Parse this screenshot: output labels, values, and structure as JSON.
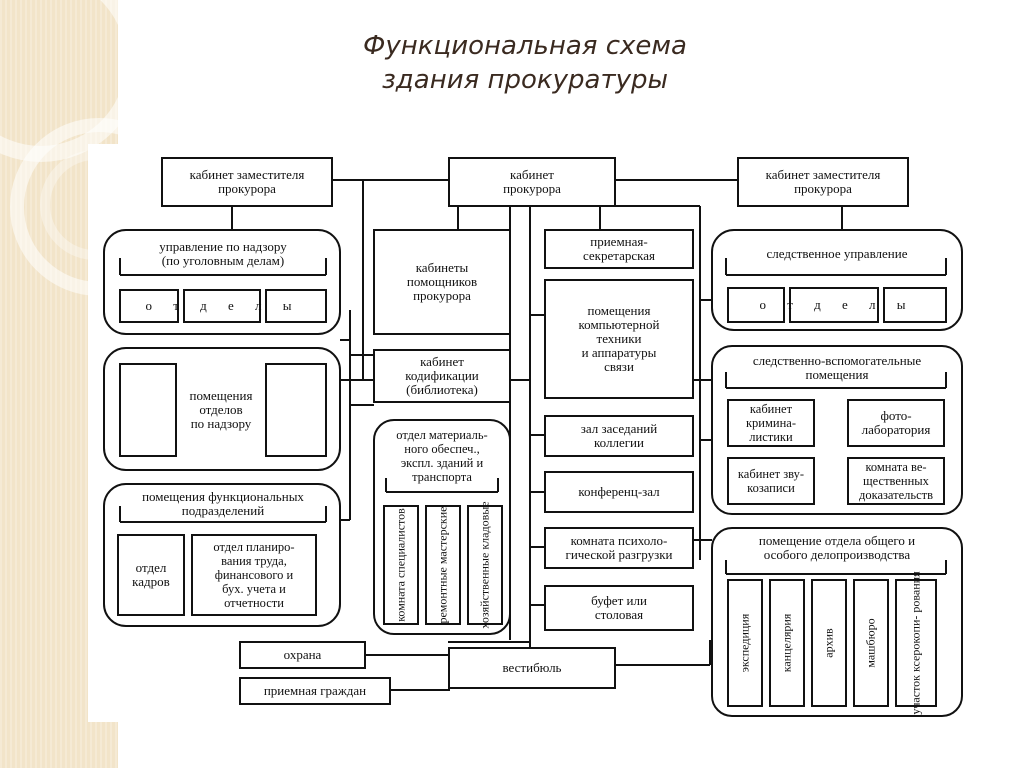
{
  "slide": {
    "title_line1": "Функциональная схема",
    "title_line2": "здания прокуратуры"
  },
  "diagram": {
    "top": {
      "deputy_left": "кабинет  заместителя\nпрокурора",
      "prosecutor": "кабинет\nпрокурора",
      "deputy_right": "кабинет заместителя\nпрокурора"
    },
    "left": {
      "supervision_mgmt": "управление по надзору\n(по уголовным делам)",
      "departments": "о т д е л ы",
      "supervision_rooms": "помещения отделов\nпо надзору",
      "functional_units": "помещения функциональных\nподразделений",
      "hr_dept": "отдел\nкадров",
      "planning_dept": "отдел планиро-\nвания труда,\nфинансового и\nбух. учета и\nотчетности"
    },
    "center": {
      "assistants": "кабинеты\nпомощников\nпрокурора",
      "codification": "кабинет\nкодификации\n(библиотека)",
      "material_dept": "отдел материаль-\nного обеспеч.,\nэкспл. зданий и\nтранспорта",
      "vertical_rooms": [
        "комната\nспециалистов",
        "ремонтные\nмастерские",
        "хозяйственные\nкладовые"
      ],
      "reception_secretary": "приемная-\nсекретарская",
      "computer_rooms": "помещения\nкомпьютерной\nтехники\nи аппаратуры\nсвязи",
      "board_hall": "зал заседаний\nколлегии",
      "conference_hall": "конференц-зал",
      "psych_room": "комната психоло-\nгической разгрузки",
      "canteen": "буфет или\nстоловая",
      "security": "охрана",
      "citizens_reception": "приемная граждан",
      "lobby": "вестибюль"
    },
    "right": {
      "investigation_mgmt": "следственное управление",
      "departments": "о т д е л ы",
      "investigation_aux": "следственно-вспомогательные\nпомещения",
      "forensics": "кабинет\nкримина-\nлистики",
      "photo_lab": "фото-\nлаборатория",
      "audio_room": "кабинет зву-\nкозаписи",
      "evidence_room": "комната ве-\nщественных\nдоказательств",
      "general_records": "помещение отдела общего и\nособого делопроизводства",
      "vertical_rooms": [
        "экспедиция",
        "канцелярия",
        "архив",
        "машбюро",
        "участок\nксерокопи-\nрования"
      ]
    }
  }
}
